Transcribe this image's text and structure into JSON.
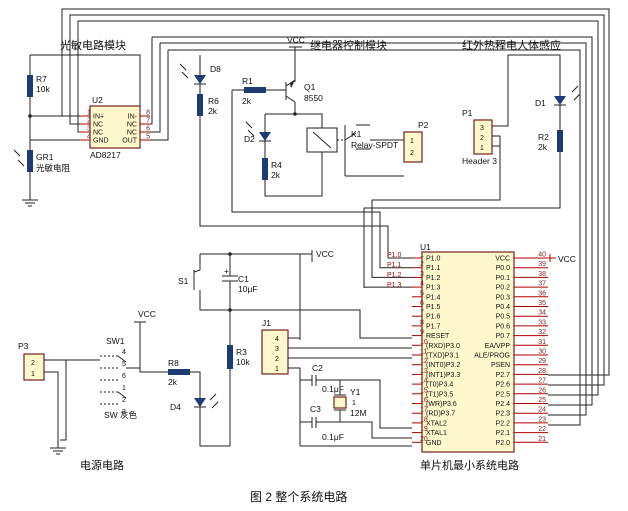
{
  "sections": {
    "photo": "光敏电路模块",
    "relay": "继电器控制模块",
    "ir": "红外热释电人体感应",
    "power": "电源电路",
    "mcu": "单片机最小系统电路"
  },
  "caption": "图 2  整个系统电路",
  "vcc": "VCC",
  "parts": {
    "r7": {
      "ref": "R7",
      "val": "10k"
    },
    "gr1": {
      "ref": "GR1",
      "val": "光敏电阻"
    },
    "u2": {
      "ref": "U2",
      "val": "AD8217",
      "pins_l": [
        "IN+",
        "NC",
        "NC",
        "GND"
      ],
      "pins_r": [
        "IN-",
        "NC",
        "NC",
        "OUT"
      ],
      "nums_l": [
        "1",
        "2",
        "3",
        "4"
      ],
      "nums_r": [
        "8",
        "7",
        "6",
        "5"
      ]
    },
    "d8": {
      "ref": "D8"
    },
    "r6": {
      "ref": "R6",
      "val": "2k"
    },
    "r1": {
      "ref": "R1",
      "val": "2k"
    },
    "q1": {
      "ref": "Q1",
      "val": "8550"
    },
    "d2": {
      "ref": "D2"
    },
    "r4": {
      "ref": "R4",
      "val": "2k"
    },
    "k1": {
      "ref": "K1",
      "val": "Relay-SPDT"
    },
    "p2": {
      "ref": "P2",
      "pins": [
        "1",
        "2"
      ]
    },
    "p1": {
      "ref": "P1",
      "val": "Header 3",
      "pins": [
        "3",
        "2",
        "1"
      ]
    },
    "d1": {
      "ref": "D1"
    },
    "r2": {
      "ref": "R2",
      "val": "2k"
    },
    "s1": {
      "ref": "S1"
    },
    "c1": {
      "ref": "C1",
      "val": "10μF",
      "plus": "+"
    },
    "r3": {
      "ref": "R3",
      "val": "10k"
    },
    "j1": {
      "ref": "J1",
      "pins": [
        "4",
        "3",
        "2",
        "1"
      ]
    },
    "c2": {
      "ref": "C2",
      "val": "0.1μF"
    },
    "c3": {
      "ref": "C3",
      "val": "0.1μF"
    },
    "y1": {
      "ref": "Y1",
      "val": "12M",
      "num": "1"
    },
    "p3": {
      "ref": "P3",
      "pins": [
        "2",
        "1"
      ]
    },
    "sw1": {
      "ref": "SW1",
      "val": "SW 灰色",
      "pins": [
        "4",
        "5",
        "6",
        "1",
        "2",
        "3"
      ]
    },
    "r8": {
      "ref": "R8",
      "val": "2k"
    },
    "d4": {
      "ref": "D4"
    },
    "u1": {
      "ref": "U1",
      "left_pins": [
        "P1.0",
        "P1.1",
        "P1.2",
        "P1.3",
        "P1.4",
        "P1.5",
        "P1.6",
        "P1.7",
        "RESET",
        "(RXD)P3.0",
        "(TXD)P3.1",
        "(INT0)P3.2",
        "(INT1)P3.3",
        "(T0)P3.4",
        "(T1)P3.5",
        "(WR)P3.6",
        "(RD)P3.7",
        "XTAL2",
        "XTAL1",
        "GND"
      ],
      "left_nums": [
        "1",
        "2",
        "3",
        "4",
        "5",
        "6",
        "7",
        "8",
        "9",
        "10",
        "11",
        "12",
        "13",
        "14",
        "15",
        "16",
        "17",
        "18",
        "19",
        "20"
      ],
      "right_pins": [
        "VCC",
        "P0.0",
        "P0.1",
        "P0.2",
        "P0.3",
        "P0.4",
        "P0.5",
        "P0.6",
        "P0.7",
        "EA/VPP",
        "ALE/PROG",
        "PSEN",
        "P2.7",
        "P2.6",
        "P2.5",
        "P2.4",
        "P2.3",
        "P2.2",
        "P2.1",
        "P2.0"
      ],
      "right_nums": [
        "40",
        "39",
        "38",
        "37",
        "36",
        "35",
        "34",
        "33",
        "32",
        "31",
        "30",
        "29",
        "28",
        "27",
        "26",
        "25",
        "24",
        "23",
        "22",
        "21"
      ],
      "net_labels": [
        "P1.0",
        "P1.1",
        "P1.2",
        "P1.3"
      ]
    }
  }
}
